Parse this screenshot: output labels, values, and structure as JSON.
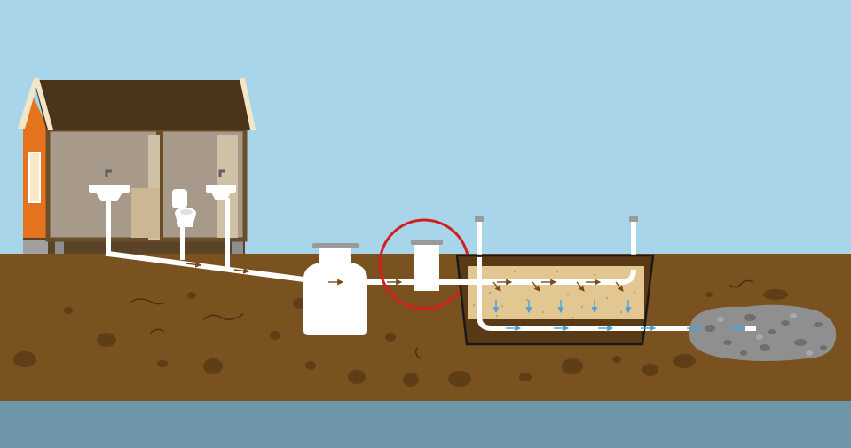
{
  "scene": {
    "title": "",
    "colors": {
      "sky": "#A8D5EA",
      "soil": "#7A5220",
      "soil_dark": "#5E3D17",
      "groundwater": "#6E95A8",
      "roof": "#4A3518",
      "roof_trim": "#F3E6C8",
      "wall_orange": "#E5731E",
      "interior": "#A79A8B",
      "interior_light": "#CFC1A5",
      "pipe": "#FFFFFF",
      "lid": "#9A9A9A",
      "sand": "#E3C793",
      "stone": "#8F8F8F",
      "flow_brown": "#7A4A1A",
      "flow_blue": "#4BA3D9",
      "highlight_ring": "#D21F1F"
    },
    "components": [
      {
        "name": "house",
        "icon": "house-icon"
      },
      {
        "name": "sink-left",
        "icon": "sink-icon"
      },
      {
        "name": "toilet",
        "icon": "toilet-icon"
      },
      {
        "name": "sink-right",
        "icon": "sink-icon"
      },
      {
        "name": "septic-tank",
        "icon": "tank-icon"
      },
      {
        "name": "distribution-well",
        "icon": "well-icon",
        "highlighted": true
      },
      {
        "name": "sand-filter-bed",
        "icon": "filter-bed-icon"
      },
      {
        "name": "vent-pipe-left",
        "icon": "vent-icon"
      },
      {
        "name": "vent-pipe-right",
        "icon": "vent-icon"
      },
      {
        "name": "stone-outlet",
        "icon": "stone-bed-icon"
      }
    ]
  }
}
